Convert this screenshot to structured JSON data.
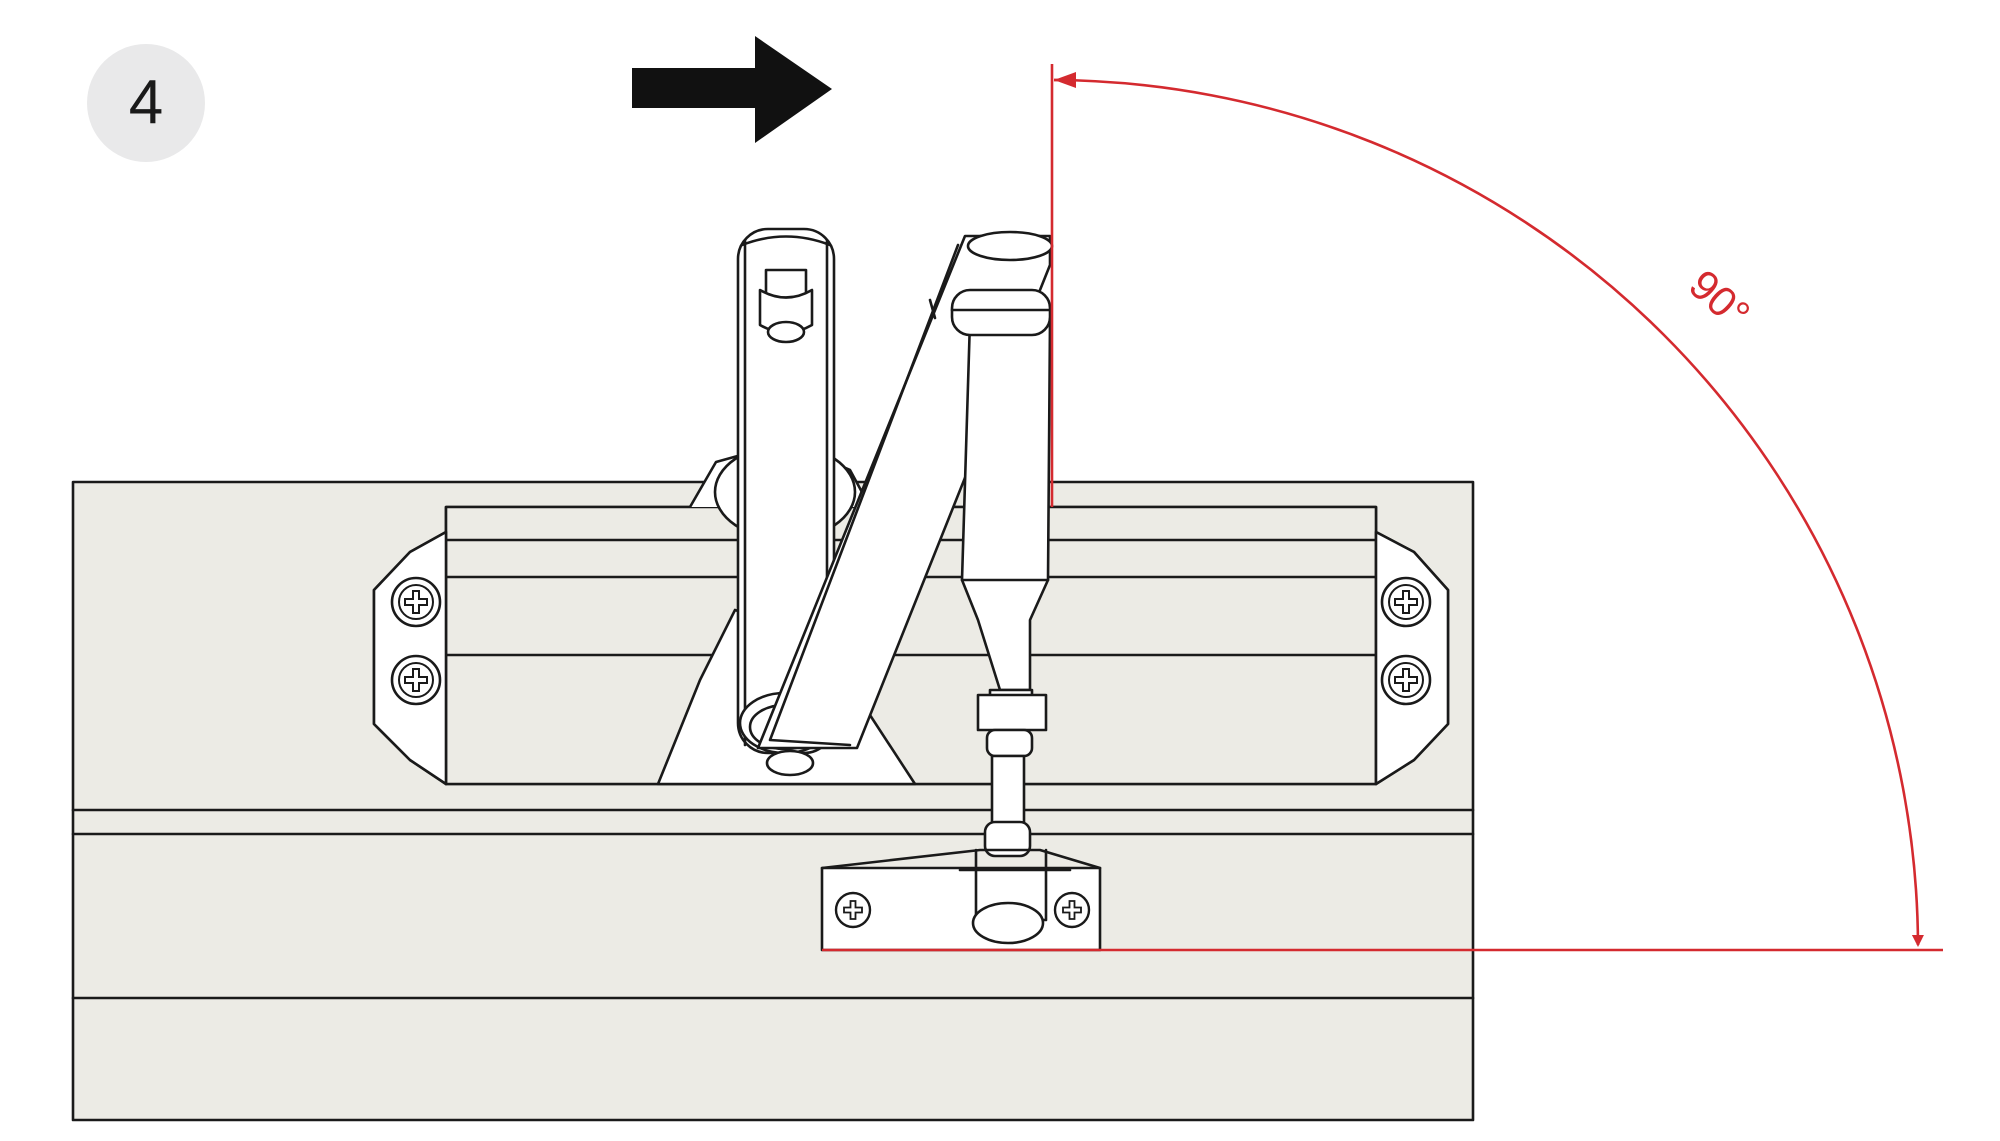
{
  "step": {
    "number": "4"
  },
  "angle": {
    "label": "90°",
    "degrees": 90
  },
  "colors": {
    "badge": "#e9e9ea",
    "door": "#ecebe5",
    "annotation": "#d42a2f",
    "line": "#1a1a1a"
  },
  "icons": {
    "direction": "arrow-right-icon",
    "screw": "cross-screw-icon"
  }
}
